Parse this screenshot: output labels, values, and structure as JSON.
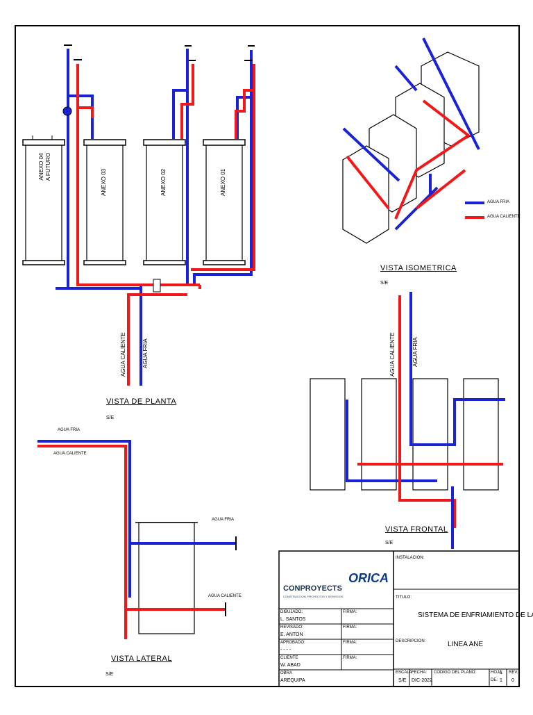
{
  "views": {
    "plant": {
      "title": "VISTA  DE  PLANTA",
      "scale": "S/E"
    },
    "isometric": {
      "title": "VISTA  ISOMETRICA",
      "scale": "S/E"
    },
    "lateral": {
      "title": "VISTA  LATERAL",
      "scale": "S/E"
    },
    "frontal": {
      "title": "VISTA  FRONTAL",
      "scale": "S/E"
    }
  },
  "annexes": [
    {
      "label": "ANEXO 04\nA FUTURO"
    },
    {
      "label": "ANEXO 03"
    },
    {
      "label": "ANEXO 02"
    },
    {
      "label": "ANEXO 01"
    }
  ],
  "pipe_labels": {
    "hot": "AGUA CALIENTE",
    "cold": "AGUA FRIA"
  },
  "legend": {
    "cold": "AGUA FRIA",
    "hot": "AGUA CALIENTE"
  },
  "colors": {
    "cold": "#1a22d6",
    "hot": "#f01818",
    "frame": "#000000"
  },
  "titleblock": {
    "company1": "CONPROYECTS",
    "company1_sub": "CONSTRUCCION, PROYECTOS Y SERVICIOS",
    "company2": "ORICA",
    "dibujo_label": "DIBUJADO:",
    "dibujo_value": "L. SANTOS",
    "revisado_label": "REVISADO:",
    "revisado_value": "E. ANTON",
    "aprobado_label": "APROBADO:",
    "aprobado_value": "- - - -",
    "cliente_label": "CLIENTE",
    "cliente_value": "W. ABAD",
    "obra_label": "OBRA",
    "obra_value": "AREQUIPA",
    "firma_label": "FIRMA:",
    "instalacion_label": "INSTALACION:",
    "titulo_label": "TITULO:",
    "titulo_value": "SISTEMA  DE  ENFRIAMIENTO  DE  LA",
    "descripcion_label": "DESCRIPCION:",
    "descripcion_value": "LINEA  ANE",
    "escala_label": "ESCALA",
    "escala_value": "S/E",
    "fecha_label": "FECHA:",
    "fecha_value": "DIC-2022",
    "codigo_label": "CODIGO DEL PLANO:",
    "hoja_label": "HOJA:",
    "hoja_value": "1",
    "de_label": "DE:",
    "de_value": "1",
    "rev_label": "REV.",
    "rev_value": "0"
  }
}
